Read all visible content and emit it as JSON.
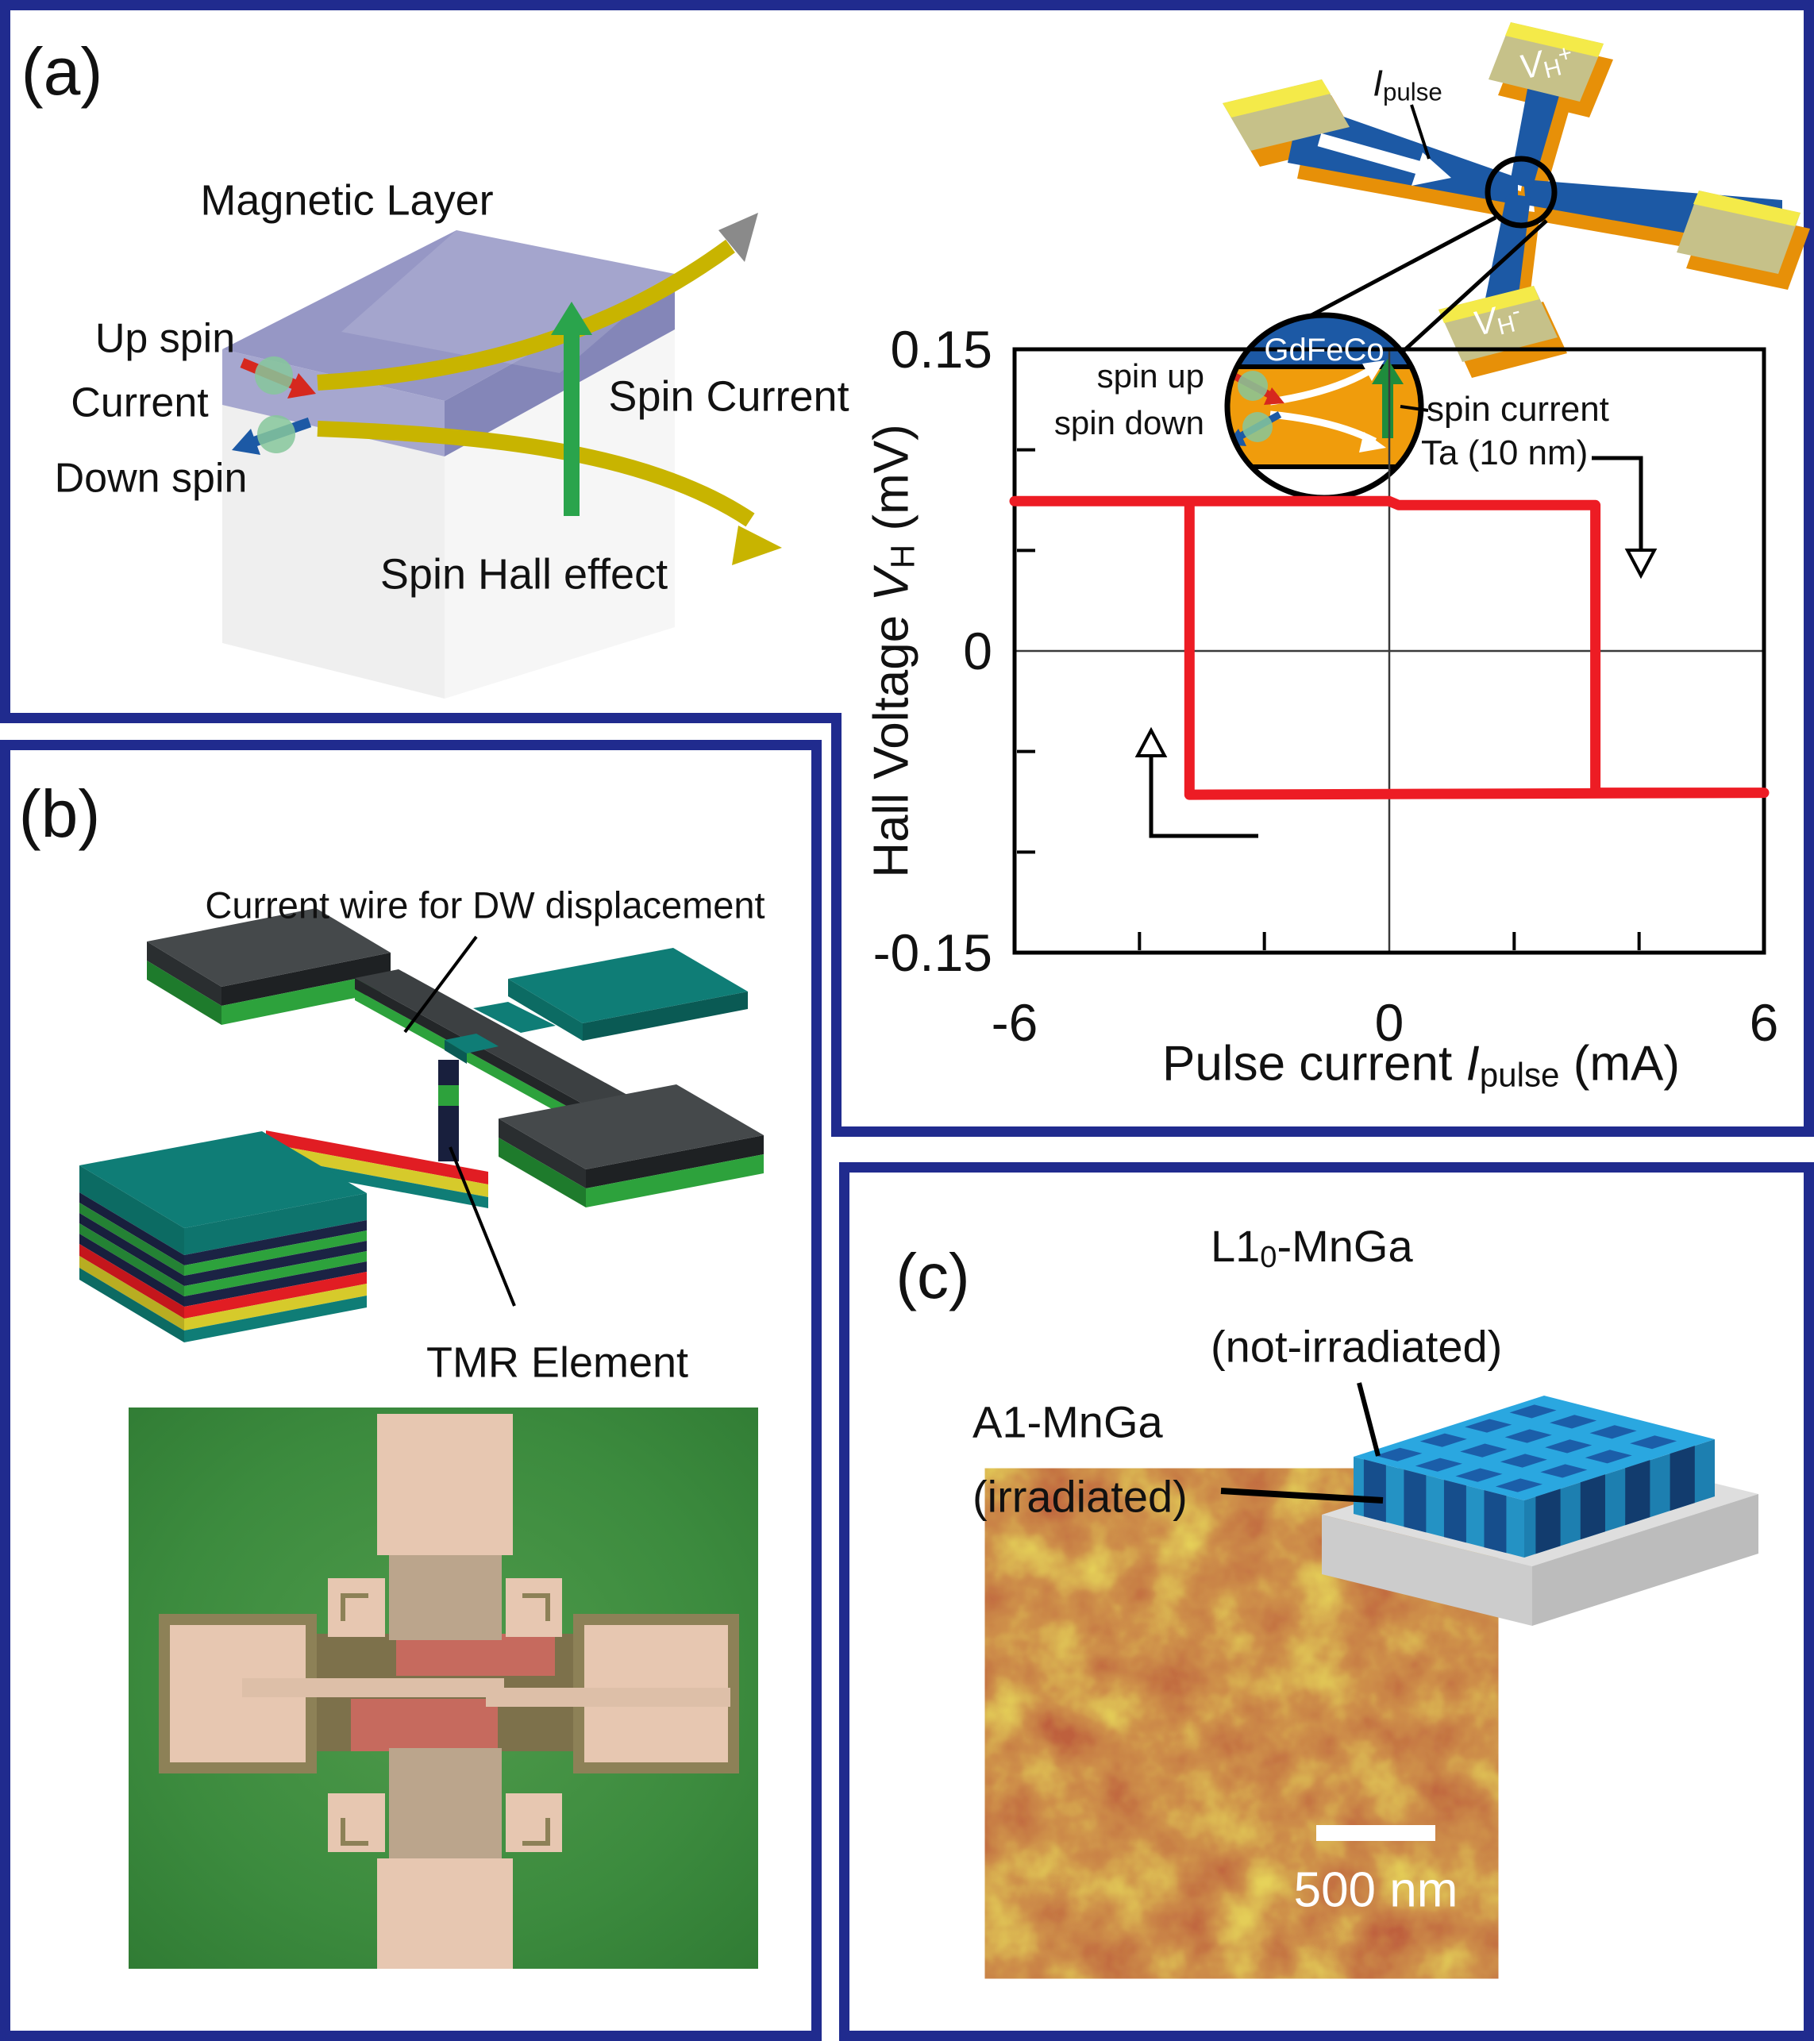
{
  "colors": {
    "border_navy": "#202b8e",
    "curve_red": "#ed1c24",
    "device_blue": "#1c59a5",
    "device_orange": "#e79008",
    "pad_khaki": "#c6c189",
    "pad_yellow": "#f4ea49",
    "magnet_purple": "#9697c5",
    "arrow_green": "#2aa44c",
    "arrow_yellow": "#c8b400",
    "spin_red": "#d6281e",
    "teal": "#0f7d76",
    "navy_layer": "#181f3d",
    "green_layer": "#2da23c",
    "red_layer": "#e11d23",
    "yellow_layer": "#d6ca2b",
    "gray_pad": "#45494b",
    "micro_green": "#3c8b3e",
    "micro_pink": "#e7c7b1",
    "micro_tan": "#bba58c",
    "micro_olive": "#8d8157",
    "micro_salmon": "#c66a5e",
    "block_light_blue": "#2aa7e0",
    "block_dark_blue": "#1b5ea9",
    "substrate_gray": "#dedede"
  },
  "panel_a": {
    "label": "(a)",
    "magnet": {
      "title": "Magnetic Layer",
      "up_spin": "Up spin",
      "current": "Current",
      "down_spin": "Down spin",
      "spin_current": "Spin Current",
      "spin_hall": "Spin Hall effect"
    },
    "device": {
      "ipulse_main": "I",
      "ipulse_sub": "pulse",
      "vh_main": "V",
      "vh_sub": "H",
      "vh_plus_sup": "+",
      "vh_minus_sup": "-"
    },
    "inset": {
      "material": "GdFeCo",
      "spin_up": "spin up",
      "spin_down": "spin down",
      "spin_current": "spin current",
      "ta": "Ta (10 nm)"
    }
  },
  "panel_b": {
    "label": "(b)",
    "wire_label": "Current wire for DW displacement",
    "tmr_label": "TMR Element"
  },
  "panel_c": {
    "label": "(c)",
    "l10_main": "L1",
    "l10_sub": "0",
    "l10_tail": "-MnGa",
    "l10_note": "(not-irradiated)",
    "a1_main": "A1-MnGa",
    "a1_note": "(irradiated)",
    "scale_label": "500 nm"
  },
  "chart_data": {
    "type": "line",
    "title": "",
    "xlabel_parts": {
      "pre": "Pulse current ",
      "var": "I",
      "sub": "pulse",
      "post": " (mA)"
    },
    "ylabel_parts": {
      "pre": "Hall Voltage ",
      "var": "V",
      "sub": "H",
      "post": " (mV)"
    },
    "xlim": [
      -6,
      6
    ],
    "ylim": [
      -0.15,
      0.15
    ],
    "xticks_labeled": [
      "-6",
      "0",
      "6"
    ],
    "xtick_values": [
      -6,
      0,
      6
    ],
    "xticks_minor": [
      -4,
      -2,
      2,
      4
    ],
    "yticks_labeled": [
      "0.15",
      "0",
      "-0.15"
    ],
    "ytick_values": [
      0.15,
      0,
      -0.15
    ],
    "yticks_minor": [
      0.1,
      0.05,
      -0.05,
      -0.1
    ],
    "grid": false,
    "zero_lines": true,
    "legend": "none",
    "series": [
      {
        "name": "Hall voltage hysteresis loop",
        "color": "#ed1c24",
        "points": [
          [
            -6,
            0.0745
          ],
          [
            0,
            0.0745
          ],
          [
            0.15,
            0.0725
          ],
          [
            3.3,
            0.0725
          ],
          [
            3.3,
            -0.0705
          ],
          [
            6,
            -0.0705
          ],
          [
            -3.2,
            -0.0715
          ],
          [
            -3.2,
            0.0745
          ],
          [
            -6,
            0.0745
          ]
        ]
      }
    ],
    "switching_current_mA": {
      "negative": -3.2,
      "positive": 3.3
    },
    "plateau_mV": {
      "up": 0.073,
      "down": -0.071
    }
  }
}
